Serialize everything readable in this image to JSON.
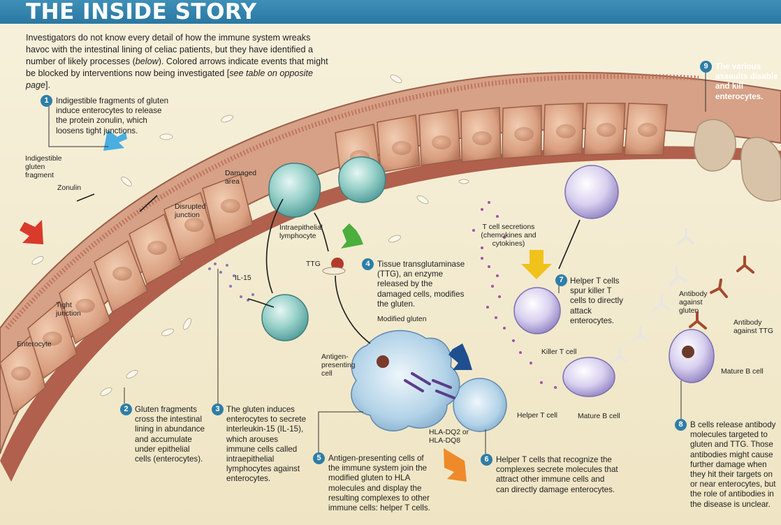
{
  "header": {
    "title": "THE INSIDE STORY"
  },
  "intro": {
    "text_before": "Investigators do not know every detail of how the immune system wreaks havoc with the intestinal lining of celiac patients, but they have identified a number of likely processes (",
    "italic": "below",
    "text_middle": "). Colored arrows indicate events that might be blocked by interventions now being investigated [",
    "italic2": "see table on opposite page",
    "text_after": "]."
  },
  "steps": [
    {
      "num": "1",
      "text": "Indigestible fragments of gluten induce enterocytes to release the protein zonulin, which loosens tight junctions."
    },
    {
      "num": "2",
      "text": "Gluten fragments cross the intestinal lining in abundance and accumulate under epithelial cells (enterocytes)."
    },
    {
      "num": "3",
      "text": "The gluten induces enterocytes to secrete interleukin-15 (IL-15), which arouses immune cells called intraepithelial lymphocytes against enterocytes."
    },
    {
      "num": "4",
      "text": "Tissue transglutaminase (TTG), an enzyme released by the damaged cells, modifies the gluten."
    },
    {
      "num": "5",
      "text": "Antigen-presenting cells of the immune system join the modified gluten to HLA molecules and display the resulting complexes to other immune cells: helper T cells."
    },
    {
      "num": "6",
      "text": "Helper T cells that recognize the complexes secrete molecules that attract other immune cells and can directly damage enterocytes."
    },
    {
      "num": "7",
      "text": "Helper T cells spur killer T cells to directly attack enterocytes."
    },
    {
      "num": "8",
      "text": "B cells release antibody molecules targeted to gluten and TTG. Those antibodies might cause further damage when they hit their targets on or near enterocytes, but the role of antibodies in the disease is unclear."
    },
    {
      "num": "9",
      "text": "The various assaults disable and kill enterocytes."
    }
  ],
  "labels": {
    "gluten_fragment": "Indigestible gluten fragment",
    "zonulin": "Zonulin",
    "disrupted_junction": "Disrupted junction",
    "tight_junction": "Tight junction",
    "enterocyte": "Enterocyte",
    "damaged_area": "Damaged area",
    "intraepithelial_lymphocyte": "Intraepithelial lymphocyte",
    "ttg": "TTG",
    "il15": "IL-15",
    "t_cell_secretions": "T cell secretions (chemokines and cytokines)",
    "modified_gluten": "Modified gluten",
    "antigen_presenting_cell": "Antigen-presenting cell",
    "hla": "HLA-DQ2 or HLA-DQ8",
    "helper_t_cell": "Helper T cell",
    "killer_t_cell": "Killer T cell",
    "mature_b_cell_1": "Mature B cell",
    "mature_b_cell_2": "Mature B cell",
    "antibody_gluten": "Antibody against gluten",
    "antibody_ttg": "Antibody against TTG"
  },
  "colors": {
    "header": "#2e80ab",
    "badge": "#2e7ea7",
    "arrow_red": "#d93a2b",
    "arrow_blue_light": "#4aaee0",
    "arrow_green": "#4cae3c",
    "arrow_yellow": "#f2c21c",
    "arrow_navy": "#1f4f8f",
    "arrow_orange": "#ef8a2b"
  }
}
